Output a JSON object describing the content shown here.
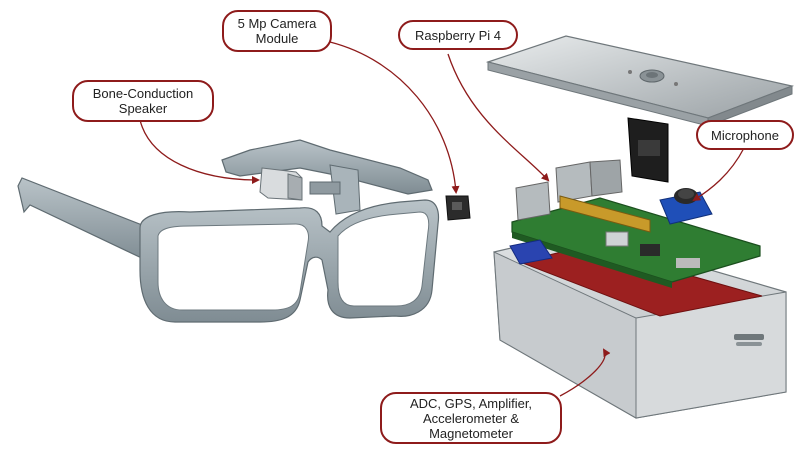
{
  "labels": {
    "bone_conduction_speaker": [
      "Bone-Conduction",
      "Speaker"
    ],
    "camera_module": [
      "5 Mp Camera",
      "Module"
    ],
    "raspberry_pi": [
      "Raspberry Pi 4"
    ],
    "microphone": [
      "Microphone"
    ],
    "sensors": [
      "ADC, GPS, Amplifier,",
      "Accelerometer &",
      "Magnetometer"
    ]
  },
  "colors": {
    "callout_border": "#8e1b1b",
    "arrow": "#8e1b1b",
    "frame": "#9aa7ad",
    "pcb": "#2f7d32",
    "lower_board": "#9c2020",
    "enclosure": "#c9cdd0",
    "microphone_housing": "#1f4fb8"
  }
}
